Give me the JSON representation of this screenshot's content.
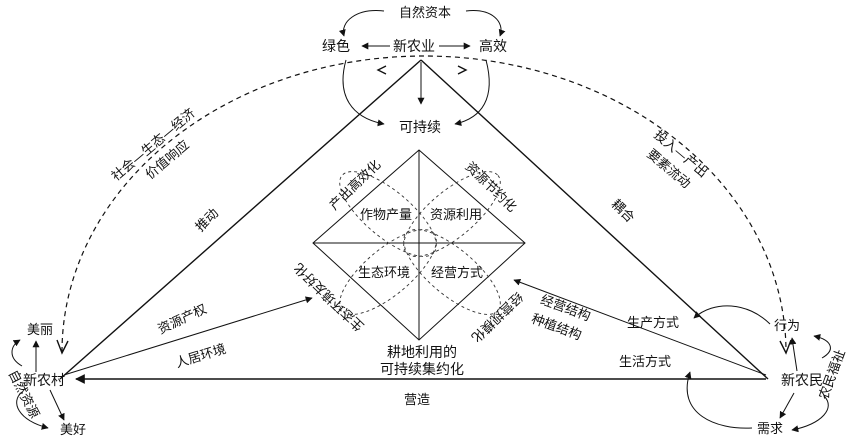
{
  "title": "",
  "top": {
    "natural_capital": "自然资本",
    "green": "绿色",
    "new_agriculture": "新农业",
    "high_efficiency": "高效",
    "sustainable": "可持续"
  },
  "left_edge": {
    "drive": "推动",
    "resource_property": "资源产权",
    "living_environment": "人居环境"
  },
  "right_edge": {
    "coupling": "耦合",
    "production_mode": "生产方式",
    "living_mode": "生活方式"
  },
  "bottom_edge": {
    "build": "营造"
  },
  "left_arc": {
    "line1": "社会—生态—经济",
    "line2": "价值响应"
  },
  "right_arc": {
    "line1": "投入—产出",
    "line2": "要素流动"
  },
  "village": {
    "center": "新农村",
    "beautiful": "美丽",
    "good": "美好",
    "natural_resource": "自然资源"
  },
  "farmer": {
    "center": "新农民",
    "behavior": "行为",
    "demand": "需求",
    "welfare": "农民福祉"
  },
  "diamond": {
    "crop_yield": "作物产量",
    "resource_use": "资源利用",
    "eco_environment": "生态环境",
    "business_mode": "经营方式",
    "output_efficiency": "产出高效化",
    "resource_saving": "资源节约化",
    "eco_friendly": "生态环境友好化",
    "business_scale": "经营规模化"
  },
  "center_bottom": {
    "line1": "耕地利用的",
    "line2": "可持续集约化"
  },
  "right_structure": {
    "business_structure": "经营结构",
    "planting_structure": "种植结构"
  }
}
